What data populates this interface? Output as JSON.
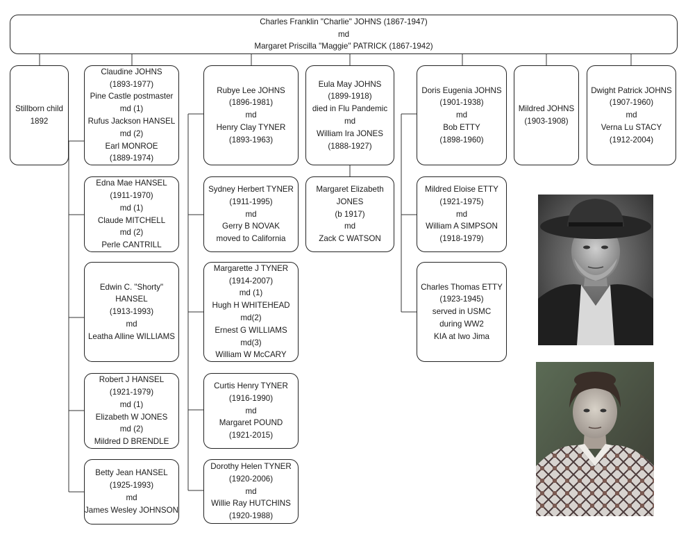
{
  "root": {
    "lines": [
      "Charles Franklin \"Charlie\" JOHNS (1867-1947)",
      "md",
      "Margaret Priscilla \"Maggie\" PATRICK (1867-1942)"
    ]
  },
  "children": {
    "stillborn": [
      "Stillborn child",
      "1892"
    ],
    "claudine": [
      "Claudine JOHNS",
      "(1893-1977)",
      "Pine Castle postmaster",
      "md (1)",
      "Rufus Jackson HANSEL",
      "md (2)",
      "Earl MONROE",
      "(1889-1974)"
    ],
    "rubye": [
      "Rubye Lee JOHNS",
      "(1896-1981)",
      "md",
      "Henry Clay TYNER",
      "(1893-1963)"
    ],
    "eula": [
      "Eula May JOHNS",
      "(1899-1918)",
      "died in Flu Pandemic",
      "md",
      "William Ira JONES",
      "(1888-1927)"
    ],
    "doris": [
      "Doris Eugenia JOHNS",
      "(1901-1938)",
      "md",
      "Bob ETTY",
      "(1898-1960)"
    ],
    "mildred": [
      "Mildred JOHNS",
      "(1903-1908)"
    ],
    "dwight": [
      "Dwight Patrick JOHNS",
      "(1907-1960)",
      "md",
      "Verna Lu STACY",
      "(1912-2004)"
    ]
  },
  "hansel": {
    "edna": [
      "Edna Mae HANSEL",
      "(1911-1970)",
      "md (1)",
      "Claude MITCHELL",
      "md (2)",
      "Perle CANTRILL"
    ],
    "edwin": [
      "Edwin C. \"Shorty\"",
      "HANSEL",
      "(1913-1993)",
      "md",
      "Leatha Alline WILLIAMS"
    ],
    "robert": [
      "Robert J HANSEL",
      "(1921-1979)",
      "md (1)",
      "Elizabeth W JONES",
      "md (2)",
      "Mildred D BRENDLE"
    ],
    "betty": [
      "Betty Jean HANSEL",
      "(1925-1993)",
      "md",
      "James Wesley JOHNSON"
    ]
  },
  "tyner": {
    "sydney": [
      "Sydney Herbert TYNER",
      "(1911-1995)",
      "md",
      "Gerry B NOVAK",
      "moved to California"
    ],
    "margarette": [
      "Margarette J TYNER",
      "(1914-2007)",
      "md (1)",
      "Hugh H WHITEHEAD",
      "md(2)",
      "Ernest G WILLIAMS",
      "md(3)",
      "William W McCARY"
    ],
    "curtis": [
      "Curtis Henry TYNER",
      "(1916-1990)",
      "md",
      "Margaret POUND",
      "(1921-2015)"
    ],
    "dorothy": [
      "Dorothy Helen TYNER",
      "(1920-2006)",
      "md",
      "Willie Ray HUTCHINS",
      "(1920-1988)"
    ]
  },
  "jones": {
    "margaret": [
      "Margaret Elizabeth",
      "JONES",
      "(b 1917)",
      "md",
      "Zack C WATSON"
    ]
  },
  "etty": {
    "mildred": [
      "Mildred Eloise ETTY",
      "(1921-1975)",
      "md",
      "William A SIMPSON",
      "(1918-1979)"
    ],
    "charles": [
      "Charles Thomas ETTY",
      "(1923-1945)",
      "served in USMC",
      "during WW2",
      "KIA at Iwo Jima"
    ]
  },
  "photos": {
    "man": "portrait-photo-man",
    "woman": "portrait-photo-woman"
  },
  "colors": {
    "border": "#222222",
    "line": "#333333",
    "background": "#ffffff"
  }
}
